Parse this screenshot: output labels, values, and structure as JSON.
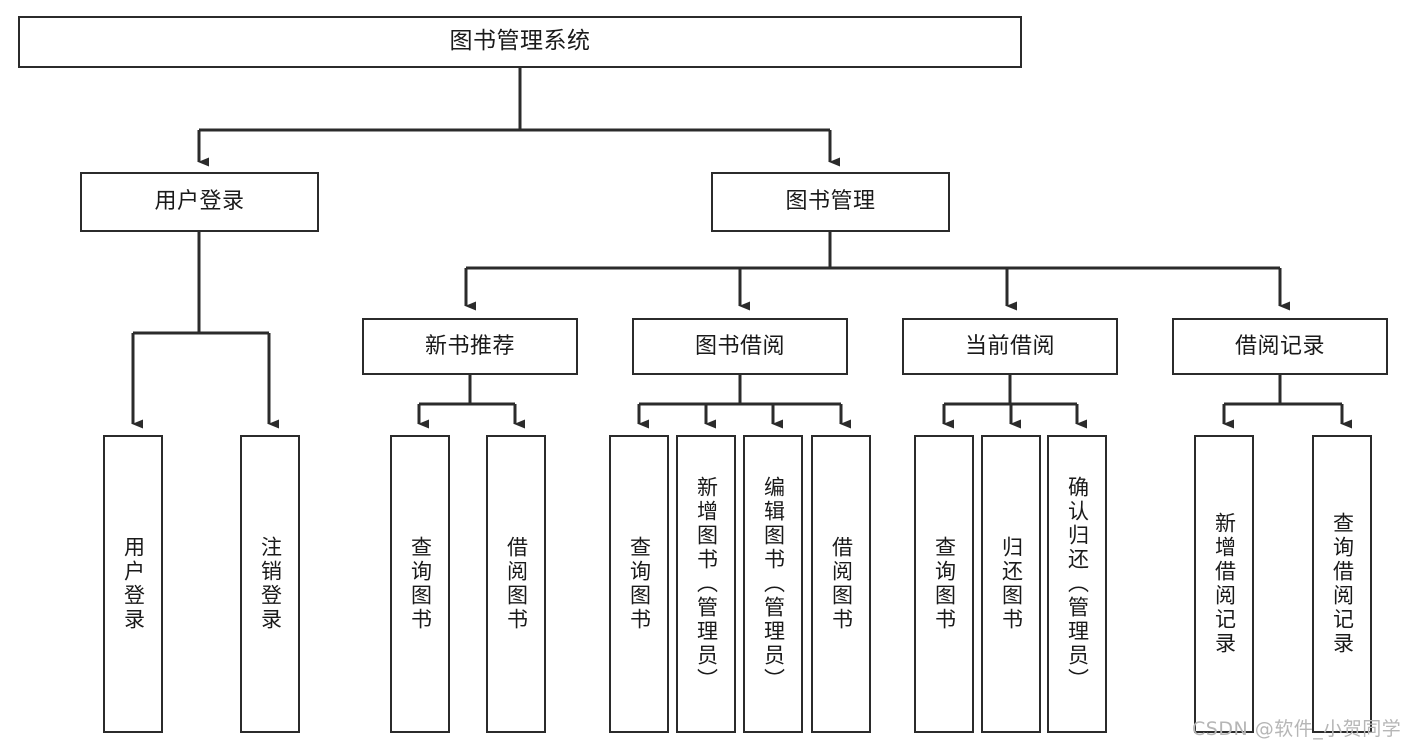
{
  "diagram": {
    "title": "图书管理系统",
    "type": "功能结构图",
    "colors": {
      "border": "#2b2b2b",
      "fill": "#ffffff",
      "text": "#1a1a1a",
      "edge": "#2b2b2b",
      "watermark": "#b6b6b6"
    },
    "watermark": "CSDN @软件_小贺同学"
  },
  "nodes": {
    "root": {
      "label": "图书管理系统"
    },
    "level1": [
      {
        "id": "user-login",
        "label": "用户登录"
      },
      {
        "id": "book-management",
        "label": "图书管理"
      }
    ],
    "level2": [
      {
        "id": "new-book-recommend",
        "label": "新书推荐"
      },
      {
        "id": "book-borrow",
        "label": "图书借阅"
      },
      {
        "id": "current-borrow",
        "label": "当前借阅"
      },
      {
        "id": "borrow-record",
        "label": "借阅记录"
      }
    ],
    "leaves": {
      "user_login": [
        {
          "id": "leaf-user-login",
          "label": "用户登录"
        },
        {
          "id": "leaf-logout-login",
          "label": "注销登录"
        }
      ],
      "new_book_recommend": [
        {
          "id": "leaf-query-book-1",
          "label": "查询图书"
        },
        {
          "id": "leaf-borrow-book-1",
          "label": "借阅图书"
        }
      ],
      "book_borrow": [
        {
          "id": "leaf-query-book-2",
          "label": "查询图书"
        },
        {
          "id": "leaf-add-book",
          "label": "新增图书（管理员）"
        },
        {
          "id": "leaf-edit-book",
          "label": "编辑图书（管理员）"
        },
        {
          "id": "leaf-borrow-book-2",
          "label": "借阅图书"
        }
      ],
      "current_borrow": [
        {
          "id": "leaf-query-book-3",
          "label": "查询图书"
        },
        {
          "id": "leaf-return-book",
          "label": "归还图书"
        },
        {
          "id": "leaf-confirm-return",
          "label": "确认归还（管理员）"
        }
      ],
      "borrow_record": [
        {
          "id": "leaf-add-record",
          "label": "新增借阅记录"
        },
        {
          "id": "leaf-query-record",
          "label": "查询借阅记录"
        }
      ]
    }
  }
}
